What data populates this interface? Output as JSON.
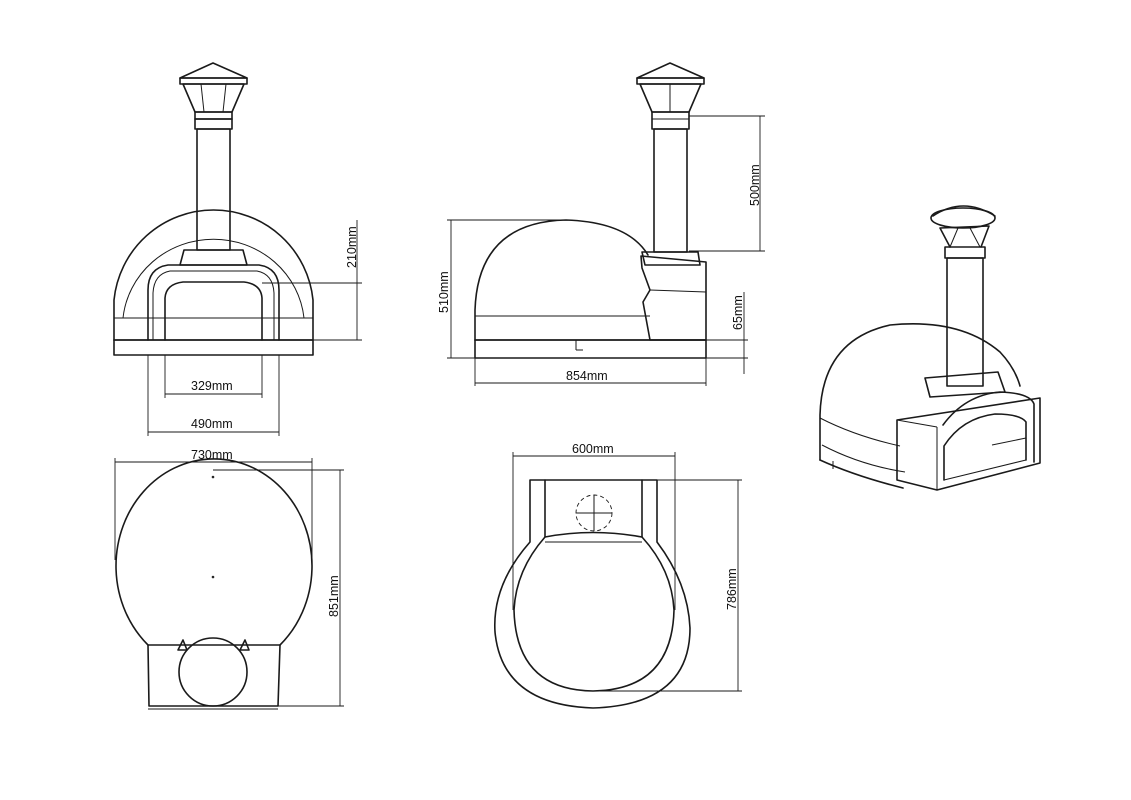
{
  "colors": {
    "line": "#1a1a1a",
    "background": "#ffffff"
  },
  "dimensions": {
    "front_chimney_height": "210mm",
    "opening_width": "329mm",
    "opening_outer_width": "490mm",
    "side_dome_height": "510mm",
    "flue_height": "500mm",
    "base_height": "65mm",
    "side_depth": "854mm",
    "top_width": "730mm",
    "top_depth": "851mm",
    "bottom_width": "600mm",
    "bottom_depth": "786mm"
  }
}
